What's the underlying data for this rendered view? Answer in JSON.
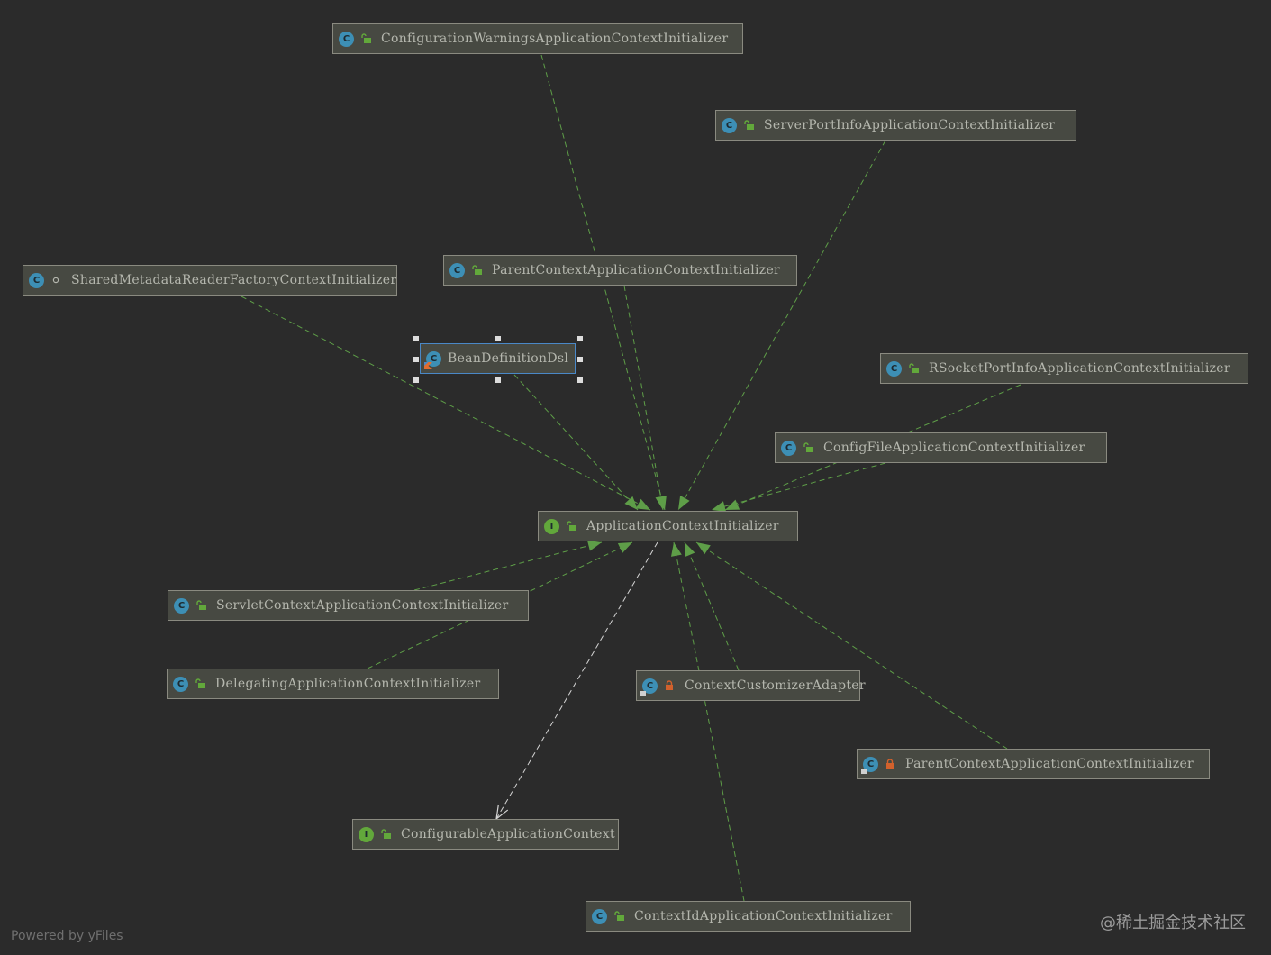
{
  "nodes": [
    {
      "id": "cwaci",
      "label": "ConfigurationWarningsApplicationContextInitializer",
      "kind": "C",
      "access": "public"
    },
    {
      "id": "spici",
      "label": "ServerPortInfoApplicationContextInitializer",
      "kind": "C",
      "access": "public"
    },
    {
      "id": "pcaci_top",
      "label": "ParentContextApplicationContextInitializer",
      "kind": "C",
      "access": "public"
    },
    {
      "id": "smrfci",
      "label": "SharedMetadataReaderFactoryContextInitializer",
      "kind": "C",
      "access": "package"
    },
    {
      "id": "bdd",
      "label": "BeanDefinitionDsl",
      "kind": "C",
      "access": "kotlin"
    },
    {
      "id": "rspici",
      "label": "RSocketPortInfoApplicationContextInitializer",
      "kind": "C",
      "access": "public"
    },
    {
      "id": "cfaci",
      "label": "ConfigFileApplicationContextInitializer",
      "kind": "C",
      "access": "public"
    },
    {
      "id": "aci",
      "label": "ApplicationContextInitializer",
      "kind": "I",
      "access": "public"
    },
    {
      "id": "scaci",
      "label": "ServletContextApplicationContextInitializer",
      "kind": "C",
      "access": "public"
    },
    {
      "id": "daci",
      "label": "DelegatingApplicationContextInitializer",
      "kind": "C",
      "access": "public"
    },
    {
      "id": "cca",
      "label": "ContextCustomizerAdapter",
      "kind": "C",
      "access": "private"
    },
    {
      "id": "pcaci_bot",
      "label": "ParentContextApplicationContextInitializer",
      "kind": "C",
      "access": "private"
    },
    {
      "id": "cac",
      "label": "ConfigurableApplicationContext",
      "kind": "I",
      "access": "public"
    },
    {
      "id": "ciaci",
      "label": "ContextIdApplicationContextInitializer",
      "kind": "C",
      "access": "public"
    }
  ],
  "edges": [
    {
      "from": "cwaci",
      "to": "aci",
      "type": "implements"
    },
    {
      "from": "spici",
      "to": "aci",
      "type": "implements"
    },
    {
      "from": "pcaci_top",
      "to": "aci",
      "type": "implements"
    },
    {
      "from": "smrfci",
      "to": "aci",
      "type": "implements"
    },
    {
      "from": "bdd",
      "to": "aci",
      "type": "implements"
    },
    {
      "from": "rspici",
      "to": "aci",
      "type": "implements"
    },
    {
      "from": "cfaci",
      "to": "aci",
      "type": "implements"
    },
    {
      "from": "scaci",
      "to": "aci",
      "type": "implements"
    },
    {
      "from": "daci",
      "to": "aci",
      "type": "implements"
    },
    {
      "from": "cca",
      "to": "aci",
      "type": "implements"
    },
    {
      "from": "pcaci_bot",
      "to": "aci",
      "type": "implements"
    },
    {
      "from": "ciaci",
      "to": "aci",
      "type": "implements"
    },
    {
      "from": "aci",
      "to": "cac",
      "type": "dependency"
    }
  ],
  "footer": {
    "powered_by": "Powered by yFiles",
    "watermark": "@稀土掘金技术社区"
  },
  "colors": {
    "background": "#2b2b2b",
    "node_fill": "#474942",
    "implements_edge": "#5e9e48",
    "dependency_edge": "#d4d4d4",
    "class_badge": "#3d8fb5",
    "interface_badge": "#62a83b",
    "selection": "#4a88c7"
  }
}
